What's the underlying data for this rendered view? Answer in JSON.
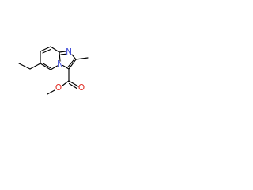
{
  "molecule": {
    "atoms": {
      "n_ring": {
        "label": "N",
        "color": "#3a46d6"
      },
      "n_bridge": {
        "label": "N",
        "color": "#3a46d6"
      },
      "o_carbonyl": {
        "label": "O",
        "color": "#e0271e"
      },
      "o_ester": {
        "label": "O",
        "color": "#e0271e"
      }
    },
    "bond_color": "#000000"
  }
}
